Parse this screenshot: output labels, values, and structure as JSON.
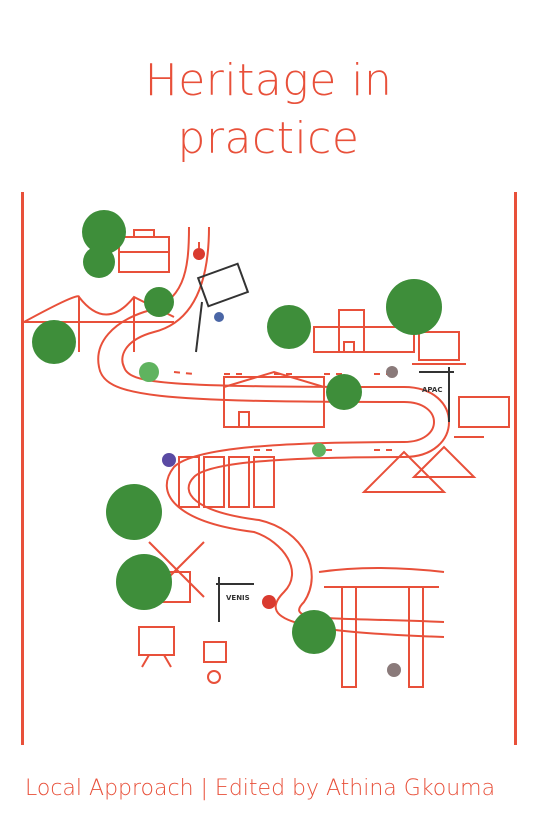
{
  "cover": {
    "title_line1": "Heritage in",
    "title_line2": "practice",
    "footer": "Local Approach | Edited by Athina Gkouma"
  },
  "illustration": {
    "signs": {
      "apac": "APAC",
      "venis": "VENIS"
    }
  },
  "colors": {
    "accent": "#e8503a",
    "tree": "#3e8e3a",
    "background": "#ffffff"
  }
}
